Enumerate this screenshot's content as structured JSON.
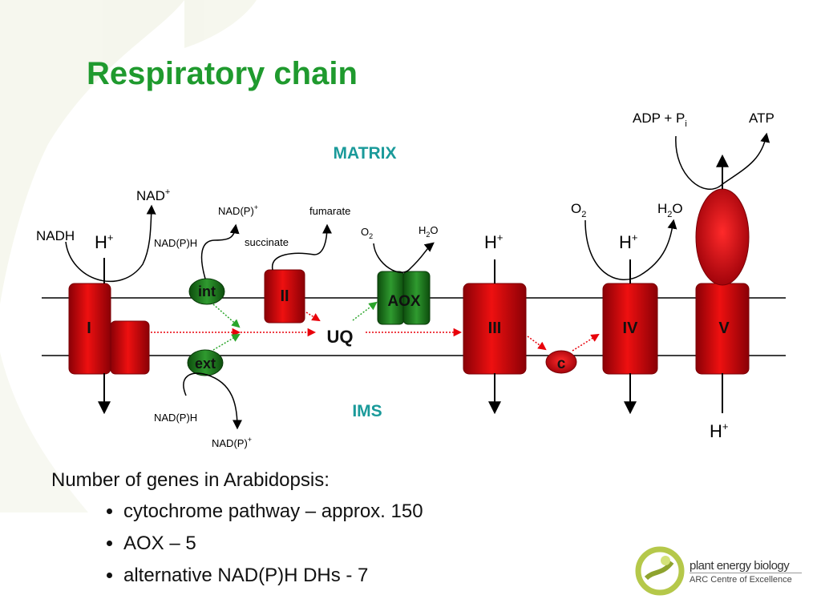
{
  "title": "Respiratory chain",
  "regions": {
    "matrix": "MATRIX",
    "ims": "IMS"
  },
  "complexes": {
    "I": "I",
    "II": "II",
    "III": "III",
    "IV": "IV",
    "V": "V",
    "aox": "AOX",
    "uq": "UQ",
    "cyt_c": "c",
    "int": "int",
    "ext": "ext"
  },
  "labels": {
    "nadh": "NADH",
    "nad_plus": "NAD",
    "h_plus": "H",
    "nadph_int": "NAD(P)H",
    "nadp_plus_int": "NAD(P)",
    "succinate": "succinate",
    "fumarate": "fumarate",
    "o2_aox": "O",
    "h2o_aox": "H",
    "o2_iv": "O",
    "h2o_iv": "H",
    "adp_pi": "ADP + P",
    "atp": "ATP",
    "nadph_ext": "NAD(P)H",
    "nadp_plus_ext": "NAD(P)",
    "sup_plus": "+",
    "sub_2": "2",
    "sub_i": "i",
    "o_suffix": "O"
  },
  "gene_info": {
    "heading": "Number of genes in Arabidopsis:",
    "items": [
      "cytochrome pathway – approx. 150",
      "AOX – 5",
      "alternative NAD(P)H DHs - 7"
    ]
  },
  "logo": {
    "name": "plant energy biology",
    "subtitle": "ARC Centre of Excellence"
  },
  "colors": {
    "title": "#1f9a2e",
    "region": "#1a9a9a",
    "complex_red": "#d4000c",
    "complex_green": "#1e6b1e",
    "arrow_red": "#e8000a",
    "arrow_green": "#2aa52a"
  }
}
